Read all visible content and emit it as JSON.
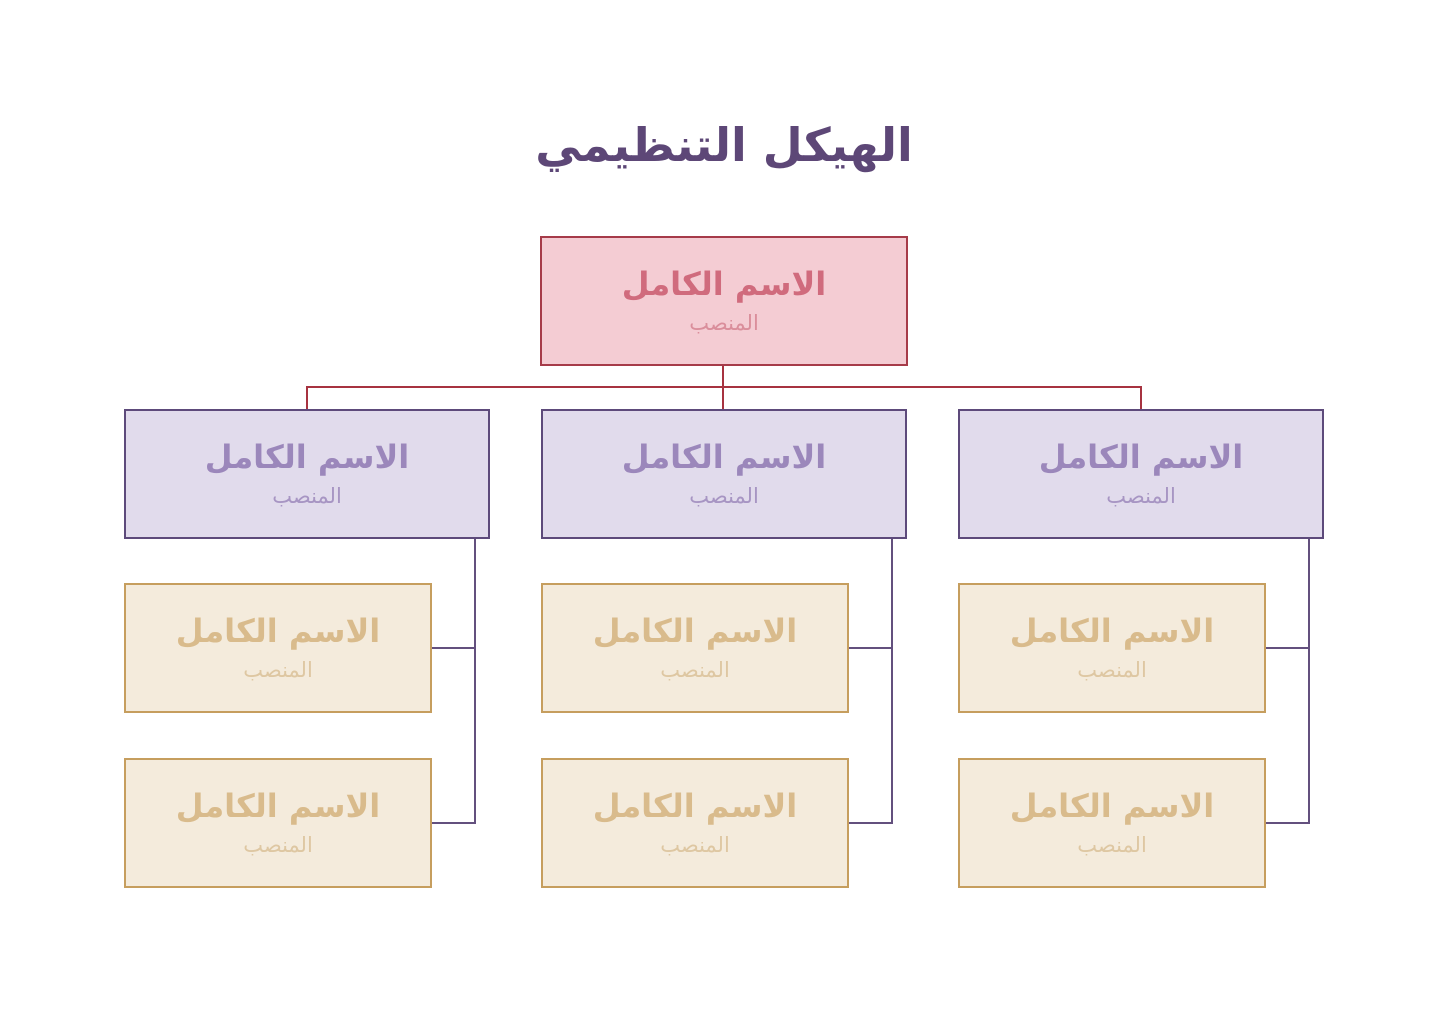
{
  "page": {
    "title": "الهيكل التنظيمي",
    "background": "#ffffff"
  },
  "palette": {
    "title_text": "#5d4777",
    "level1_root": {
      "fill": "#f4ccd3",
      "border": "#a63b49",
      "name_text": "#d06b7d",
      "role_text": "#da8e9b"
    },
    "level2_manager": {
      "fill": "#e1dbec",
      "border": "#5d4a7b",
      "name_text": "#9b87bb",
      "role_text": "#a795c3"
    },
    "level3_report": {
      "fill": "#f4ebdc",
      "border": "#c69e5e",
      "name_text": "#d9bb8c",
      "role_text": "#dec7a2"
    },
    "connector_root": "#a73340",
    "connector_branch": "#63507e"
  },
  "org": {
    "root": {
      "name": "الاسم الكامل",
      "role": "المنصب"
    },
    "columns": [
      {
        "manager": {
          "name": "الاسم الكامل",
          "role": "المنصب"
        },
        "reports": [
          {
            "name": "الاسم الكامل",
            "role": "المنصب"
          },
          {
            "name": "الاسم الكامل",
            "role": "المنصب"
          }
        ]
      },
      {
        "manager": {
          "name": "الاسم الكامل",
          "role": "المنصب"
        },
        "reports": [
          {
            "name": "الاسم الكامل",
            "role": "المنصب"
          },
          {
            "name": "الاسم الكامل",
            "role": "المنصب"
          }
        ]
      },
      {
        "manager": {
          "name": "الاسم الكامل",
          "role": "المنصب"
        },
        "reports": [
          {
            "name": "الاسم الكامل",
            "role": "المنصب"
          },
          {
            "name": "الاسم الكامل",
            "role": "المنصب"
          }
        ]
      }
    ]
  }
}
